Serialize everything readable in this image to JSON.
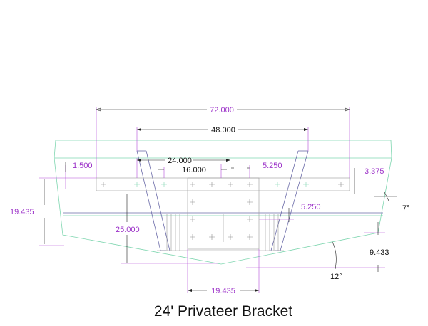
{
  "title": "24' Privateer Bracket",
  "dimensions": {
    "d72": "72.000",
    "d48": "48.000",
    "d24": "24.000",
    "d16": "16.000",
    "d1_5": "1.500",
    "d5_25_top": "5.250",
    "d3_375": "3.375",
    "d19_435_left": "19.435",
    "d25": "25.000",
    "d5_25_mid": "5.250",
    "d7deg": "7°",
    "d9_433": "9.433",
    "d12deg": "12°",
    "d19_435_bottom": "19.435"
  },
  "colors": {
    "outline": "#7fd6b0",
    "dimension_text": "#9b30c8",
    "line": "#222222"
  }
}
